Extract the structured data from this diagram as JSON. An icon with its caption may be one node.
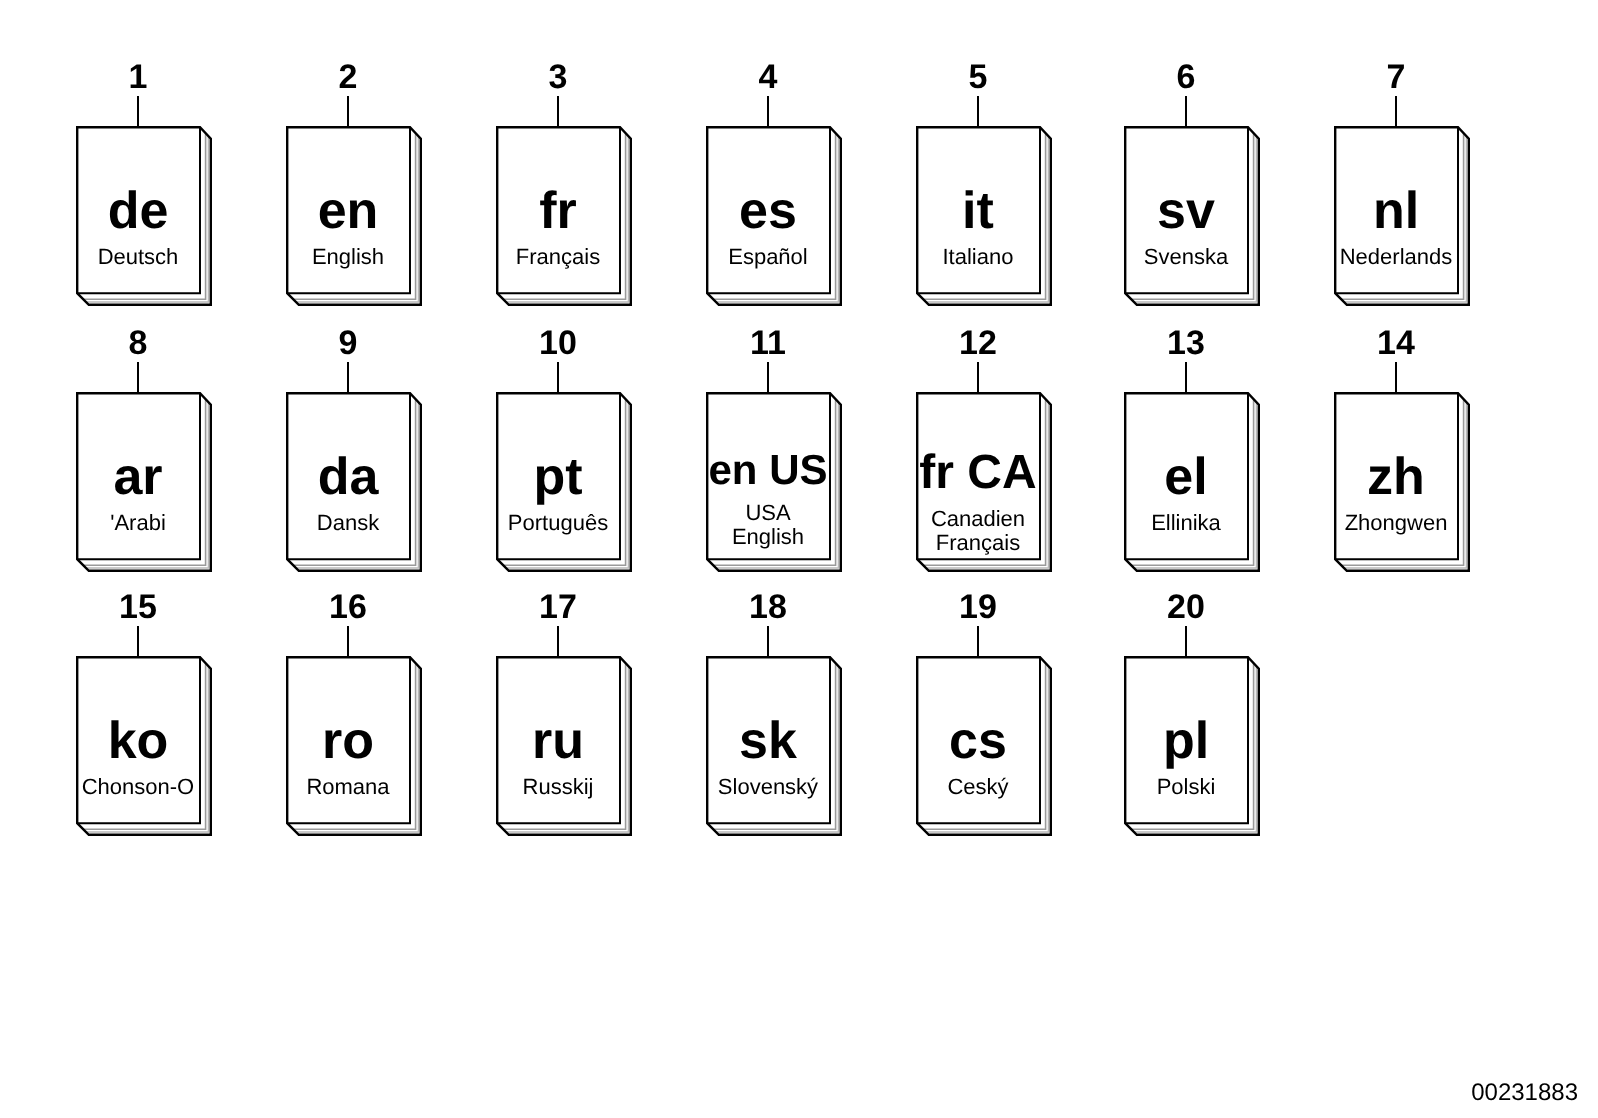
{
  "diagram": {
    "nodes": [
      {
        "text": [
          "1"
        ]
      },
      {
        "text": [
          "de",
          "Deutsch"
        ]
      },
      {
        "text": [
          "2"
        ]
      },
      {
        "text": [
          "en",
          "English"
        ]
      },
      {
        "text": [
          "3"
        ]
      },
      {
        "text": [
          "fr",
          "Français"
        ]
      },
      {
        "text": [
          "4"
        ]
      },
      {
        "text": [
          "es",
          "Español"
        ]
      },
      {
        "text": [
          "5"
        ]
      },
      {
        "text": [
          "it",
          "Italiano"
        ]
      },
      {
        "text": [
          "6"
        ]
      },
      {
        "text": [
          "sv",
          "Svenska"
        ]
      },
      {
        "text": [
          "7"
        ]
      },
      {
        "text": [
          "nl",
          "Nederlands"
        ]
      },
      {
        "text": [
          "8"
        ]
      },
      {
        "text": [
          "ar",
          "'Arabi"
        ]
      },
      {
        "text": [
          "9"
        ]
      },
      {
        "text": [
          "da",
          "Dansk"
        ]
      },
      {
        "text": [
          "10"
        ]
      },
      {
        "text": [
          "pt",
          "Português"
        ]
      },
      {
        "text": [
          "11"
        ]
      },
      {
        "text": [
          "en US",
          "USA English"
        ]
      },
      {
        "text": [
          "12"
        ]
      },
      {
        "text": [
          "fr CA",
          "Canadien Français"
        ]
      },
      {
        "text": [
          "13"
        ]
      },
      {
        "text": [
          "el",
          "Ellinika"
        ]
      },
      {
        "text": [
          "14"
        ]
      },
      {
        "text": [
          "zh",
          "Zhongwen"
        ]
      },
      {
        "text": [
          "15"
        ]
      },
      {
        "text": [
          "ko",
          "Chonson-O"
        ]
      },
      {
        "text": [
          "16"
        ]
      },
      {
        "text": [
          "ro",
          "Romana"
        ]
      },
      {
        "text": [
          "17"
        ]
      },
      {
        "text": [
          "ru",
          "Russkij"
        ]
      },
      {
        "text": [
          "18"
        ]
      },
      {
        "text": [
          "sk",
          "Slovenský"
        ]
      },
      {
        "text": [
          "19"
        ]
      },
      {
        "text": [
          "cs",
          "Ceský"
        ]
      },
      {
        "text": [
          "20"
        ]
      },
      {
        "text": [
          "pl",
          "Polski"
        ]
      }
    ],
    "edges": [
      {
        "from": 0,
        "to": 1,
        "arrow": "none"
      },
      {
        "from": 2,
        "to": 3,
        "arrow": "none"
      },
      {
        "from": 4,
        "to": 5,
        "arrow": "none"
      },
      {
        "from": 6,
        "to": 7,
        "arrow": "none"
      },
      {
        "from": 8,
        "to": 9,
        "arrow": "none"
      },
      {
        "from": 10,
        "to": 11,
        "arrow": "none"
      },
      {
        "from": 12,
        "to": 13,
        "arrow": "none"
      },
      {
        "from": 14,
        "to": 15,
        "arrow": "none"
      },
      {
        "from": 16,
        "to": 17,
        "arrow": "none"
      },
      {
        "from": 18,
        "to": 19,
        "arrow": "none"
      },
      {
        "from": 20,
        "to": 21,
        "arrow": "none"
      },
      {
        "from": 22,
        "to": 23,
        "arrow": "none"
      },
      {
        "from": 24,
        "to": 25,
        "arrow": "none"
      },
      {
        "from": 26,
        "to": 27,
        "arrow": "none"
      },
      {
        "from": 28,
        "to": 29,
        "arrow": "none"
      },
      {
        "from": 30,
        "to": 31,
        "arrow": "none"
      },
      {
        "from": 32,
        "to": 33,
        "arrow": "none"
      },
      {
        "from": 34,
        "to": 35,
        "arrow": "none"
      },
      {
        "from": 36,
        "to": 37,
        "arrow": "none"
      },
      {
        "from": 38,
        "to": 39,
        "arrow": "none"
      }
    ],
    "labels": [
      "00231883"
    ]
  }
}
